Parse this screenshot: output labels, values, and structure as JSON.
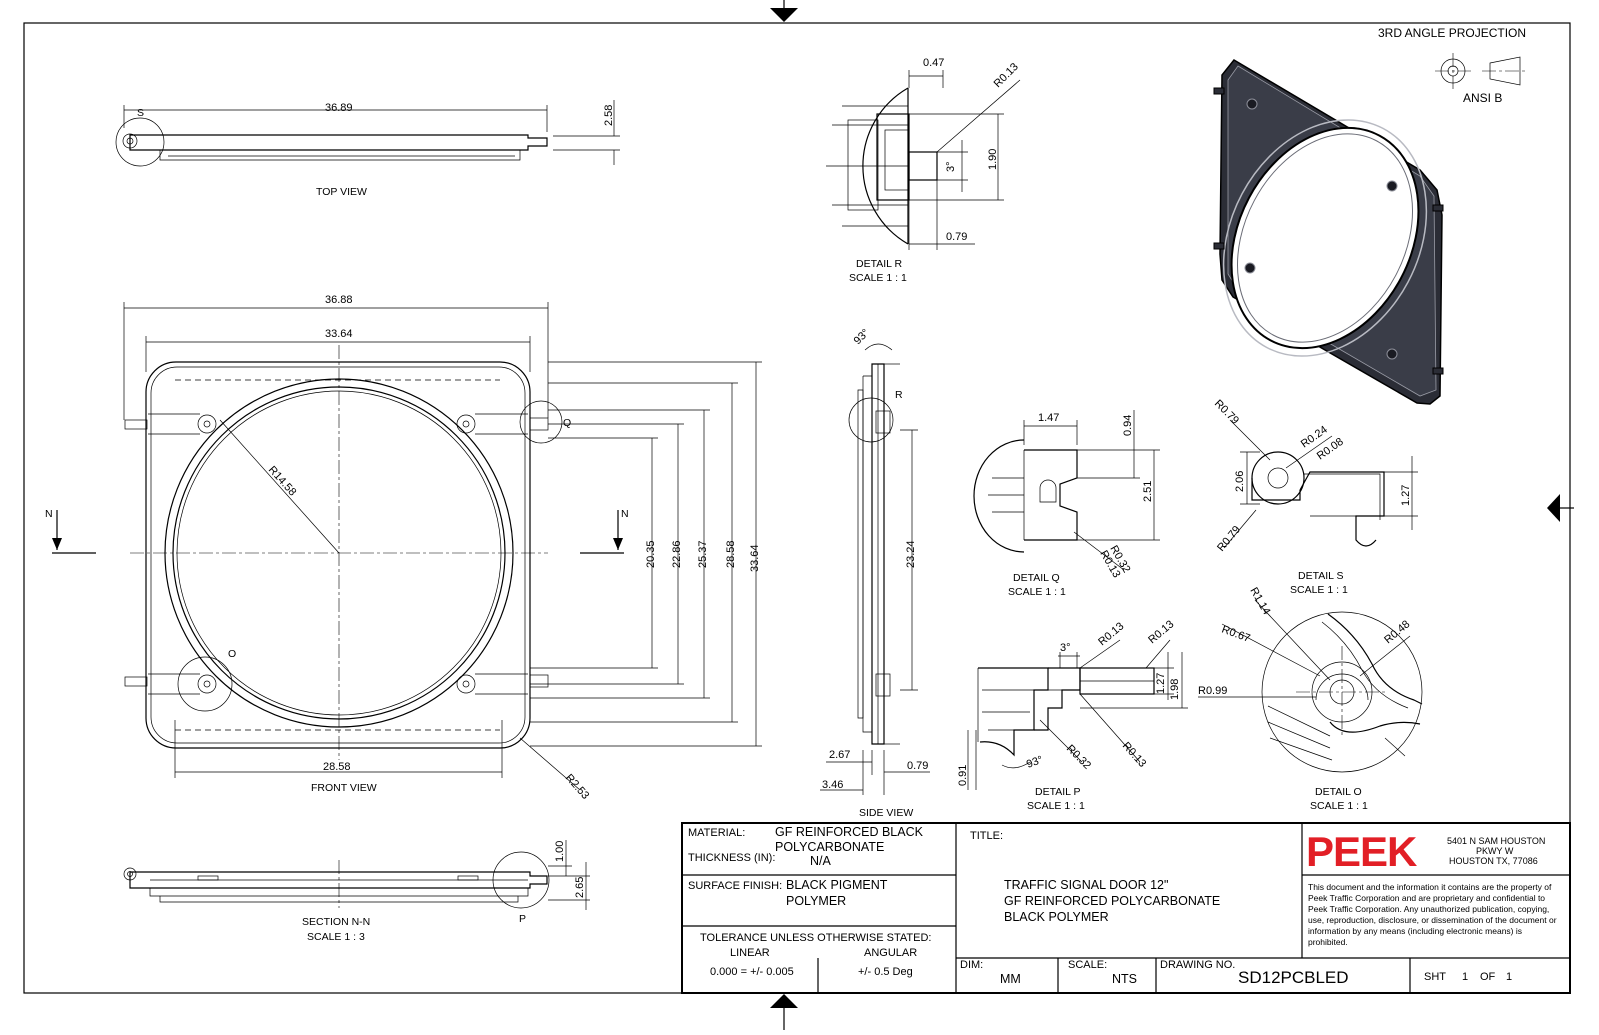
{
  "projection": {
    "label": "3RD ANGLE PROJECTION",
    "standard": "ANSI B"
  },
  "views": {
    "top": {
      "label": "TOP VIEW",
      "callout": "S",
      "dims": [
        "36.89",
        "2.58"
      ]
    },
    "front": {
      "label": "FRONT VIEW",
      "dims": [
        "36.88",
        "33.64",
        "R14.58",
        "20.35",
        "22.86",
        "25.37",
        "28.58",
        "33.64",
        "28.58",
        "R2.53"
      ],
      "callouts": [
        "Q",
        "O"
      ],
      "section_marker": "N"
    },
    "section": {
      "label": "SECTION N-N",
      "scale": "SCALE 1 : 3",
      "callout": "P",
      "dims": [
        "1.00",
        "2.65"
      ]
    },
    "side": {
      "label": "SIDE VIEW",
      "callout": "R",
      "dims": [
        "93°",
        "23.24",
        "2.67",
        "0.79",
        "3.46"
      ]
    },
    "detail_r": {
      "label": "DETAIL R",
      "scale": "SCALE 1 : 1",
      "dims": [
        "0.47",
        "R0.13",
        "3°",
        "1.90",
        "0.79"
      ]
    },
    "detail_q": {
      "label": "DETAIL Q",
      "scale": "SCALE 1 : 1",
      "dims": [
        "1.47",
        "0.94",
        "2.51",
        "R0.32",
        "R0.13"
      ]
    },
    "detail_s": {
      "label": "DETAIL S",
      "scale": "SCALE 1 : 1",
      "dims": [
        "R0.79",
        "R0.24",
        "R0.08",
        "2.06",
        "1.27",
        "R0.79"
      ]
    },
    "detail_p": {
      "label": "DETAIL P",
      "scale": "SCALE 1 : 1",
      "dims": [
        "3°",
        "R0.13",
        "R0.13",
        "1.27",
        "1.98",
        "0.91",
        "93°",
        "R0.32",
        "R0.13"
      ]
    },
    "detail_o": {
      "label": "DETAIL O",
      "scale": "SCALE 1 : 1",
      "dims": [
        "R1.14",
        "R0.67",
        "R0.48",
        "R0.99"
      ]
    }
  },
  "title_block": {
    "material_label": "MATERIAL:",
    "material_line1": "GF REINFORCED BLACK",
    "material_line2": "POLYCARBONATE",
    "thickness_label": "THICKNESS (IN):",
    "thickness_value": "N/A",
    "finish_label": "SURFACE FINISH:",
    "finish_line1": "BLACK PIGMENT",
    "finish_line2": "POLYMER",
    "tolerance_heading": "TOLERANCE UNLESS OTHERWISE STATED:",
    "linear_label": "LINEAR",
    "linear_value": "0.000 = +/- 0.005",
    "angular_label": "ANGULAR",
    "angular_value": "+/- 0.5 Deg",
    "title_label": "TITLE:",
    "title_line1": "TRAFFIC SIGNAL DOOR 12\"",
    "title_line2": "GF REINFORCED POLYCARBONATE",
    "title_line3": "BLACK POLYMER",
    "dim_label": "DIM:",
    "dim_value": "MM",
    "scale_label": "SCALE:",
    "scale_value": "NTS",
    "drawing_no_label": "DRAWING NO.",
    "drawing_no": "SD12PCBLED",
    "sheet_label": "SHT",
    "sheet_num": "1",
    "sheet_of": "OF",
    "sheet_total": "1",
    "company": "PEEK",
    "address_line1": "5401 N SAM HOUSTON",
    "address_line2": "PKWY W",
    "address_line3": "HOUSTON TX, 77086",
    "notice": [
      "This document and the information it contains are the property of",
      "Peek Traffic Corporation and are proprietary and confidential to",
      "Peek Traffic Corporation. Any unauthorized publication, copying,",
      "use, reproduction, disclosure, or dissemination of the document or",
      "information by any means (including electronic means) is",
      "prohibited."
    ]
  },
  "colors": {
    "brand": "#e21f26",
    "line": "#000000",
    "paper": "#ffffff",
    "render_body": "#2b2d36"
  }
}
